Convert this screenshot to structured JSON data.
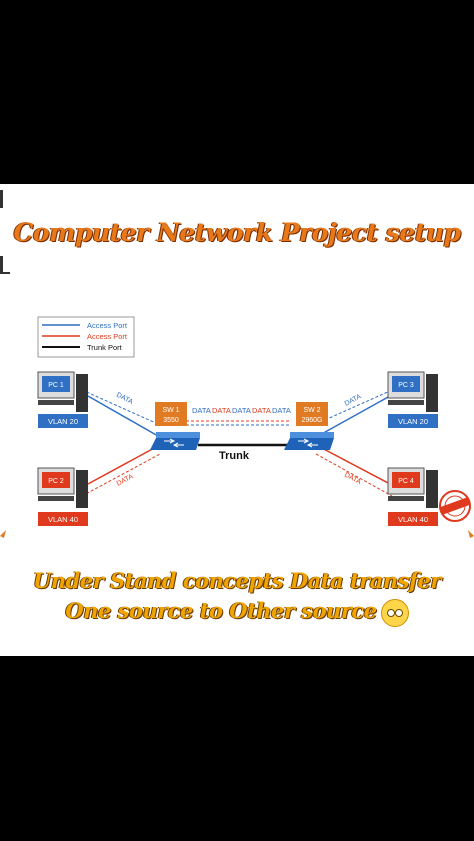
{
  "title": "Computer Network Project setup",
  "legend": {
    "access1": "Access Port",
    "access2": "Access Port",
    "trunk": "Trunk Port"
  },
  "pcs": {
    "pc1": {
      "label": "PC 1",
      "vlan": "VLAN 20"
    },
    "pc2": {
      "label": "PC 2",
      "vlan": "VLAN 40"
    },
    "pc3": {
      "label": "PC 3",
      "vlan": "VLAN 20"
    },
    "pc4": {
      "label": "PC 4",
      "vlan": "VLAN 40"
    }
  },
  "switches": {
    "sw1": {
      "name": "SW 1",
      "model": "3550"
    },
    "sw2": {
      "name": "SW 2",
      "model": "2960G"
    }
  },
  "link_labels": {
    "data": "DATA",
    "trunk": "Trunk"
  },
  "captions": {
    "line1": "Under Stand concepts Data transfer",
    "line2": "One source to Other source"
  },
  "colors": {
    "vlan20": "#2f6fc4",
    "vlan40": "#e03a1e",
    "switch_label": "#e07b24",
    "title": "#e8791a",
    "caption": "#f0a400"
  }
}
